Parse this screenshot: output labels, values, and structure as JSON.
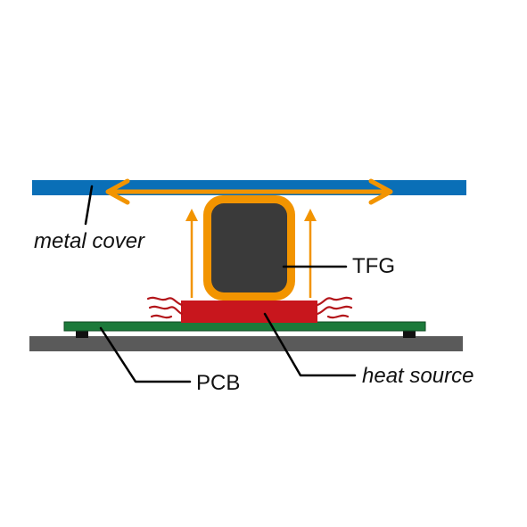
{
  "labels": {
    "metal_cover": "metal cover",
    "tfg": "TFG",
    "pcb": "PCB",
    "heat_source": "heat source"
  },
  "colors": {
    "metal_cover": "#0a6fb7",
    "heat_arrow": "#f29400",
    "tfg_core": "#3a3a3a",
    "heat_source": "#c8161d",
    "pcb": "#1c7a3a",
    "base_plate": "#5a5a5a",
    "standoff": "#111111",
    "heat_wave": "#b3151a",
    "leader_line": "#000000"
  }
}
